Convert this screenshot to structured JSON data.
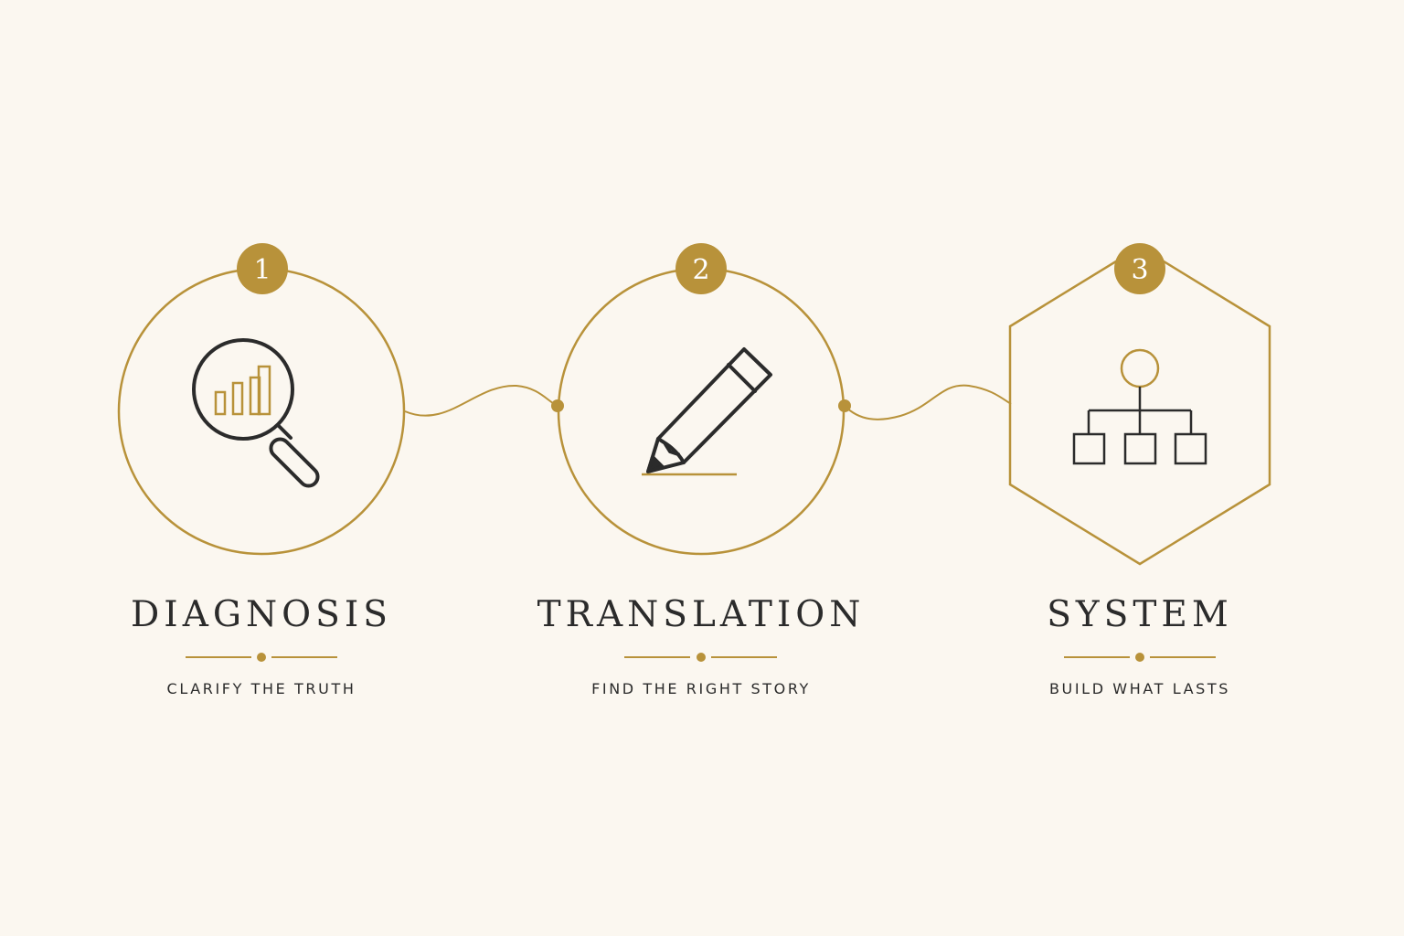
{
  "colors": {
    "background": "#fbf7f0",
    "accent": "#b8923a",
    "ink": "#2b2b2b",
    "badge_text": "#ffffff"
  },
  "steps": [
    {
      "number": "1",
      "title": "DIAGNOSIS",
      "subtitle": "CLARIFY THE TRUTH",
      "icon": "magnifier-bar-chart-icon"
    },
    {
      "number": "2",
      "title": "TRANSLATION",
      "subtitle": "FIND THE RIGHT STORY",
      "icon": "pencil-icon"
    },
    {
      "number": "3",
      "title": "SYSTEM",
      "subtitle": "BUILD WHAT LASTS",
      "icon": "org-chart-icon"
    }
  ]
}
